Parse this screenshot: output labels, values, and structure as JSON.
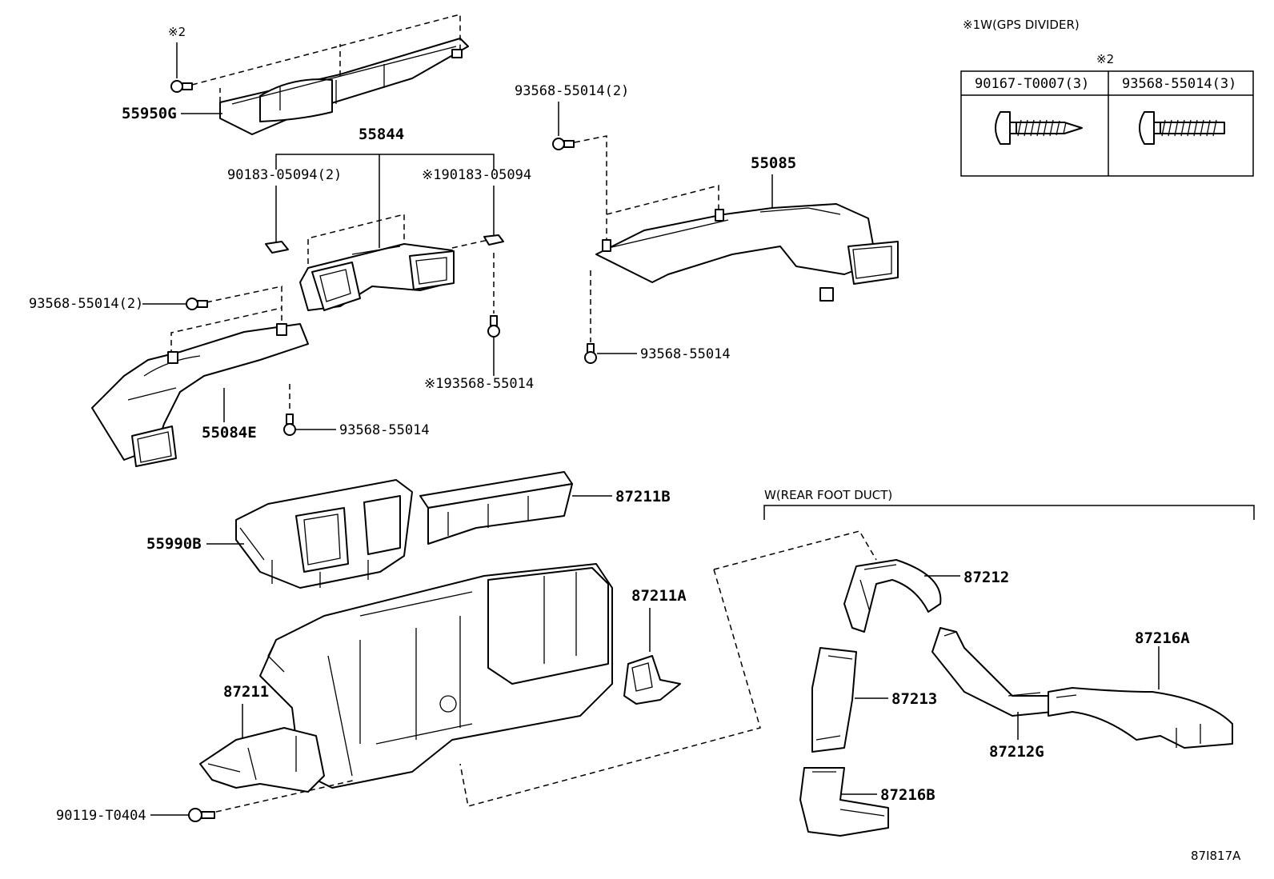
{
  "labels": {
    "p55950G": "55950G",
    "note2_top": "※2",
    "p55844": "55844",
    "p90183_05094_2": "90183-05094(2)",
    "p1_90183_05094": "※190183-05094",
    "p93568_55014_2_left": "93568-55014(2)",
    "p55084E": "55084E",
    "p93568_55014_low": "93568-55014",
    "p1_93568_55014": "※193568-55014",
    "p93568_55014_2_top": "93568-55014(2)",
    "p55085": "55085",
    "p93568_55014_right": "93568-55014",
    "p87211B": "87211B",
    "p55990B": "55990B",
    "p87211A": "87211A",
    "p87211": "87211",
    "p90119_T0404": "90119-T0404",
    "rear_foot_duct": "W(REAR FOOT DUCT)",
    "p87212": "87212",
    "p87213": "87213",
    "p87212G": "87212G",
    "p87216A": "87216A",
    "p87216B": "87216B",
    "diagram_code": "87I817A"
  },
  "legend": {
    "title": "※1W(GPS DIVIDER)",
    "note": "※2",
    "col1": "90167-T0007(3)",
    "col2": "93568-55014(3)",
    "col1_icon": "tapping-screw-icon",
    "col2_icon": "machine-screw-icon"
  }
}
